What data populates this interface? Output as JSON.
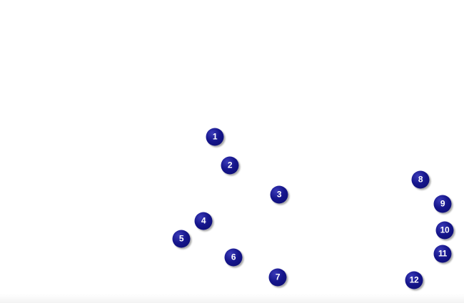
{
  "markers": [
    {
      "label": "1"
    },
    {
      "label": "2"
    },
    {
      "label": "3"
    },
    {
      "label": "4"
    },
    {
      "label": "5"
    },
    {
      "label": "6"
    },
    {
      "label": "7"
    },
    {
      "label": "8"
    },
    {
      "label": "9"
    },
    {
      "label": "10"
    },
    {
      "label": "11"
    },
    {
      "label": "12"
    }
  ]
}
